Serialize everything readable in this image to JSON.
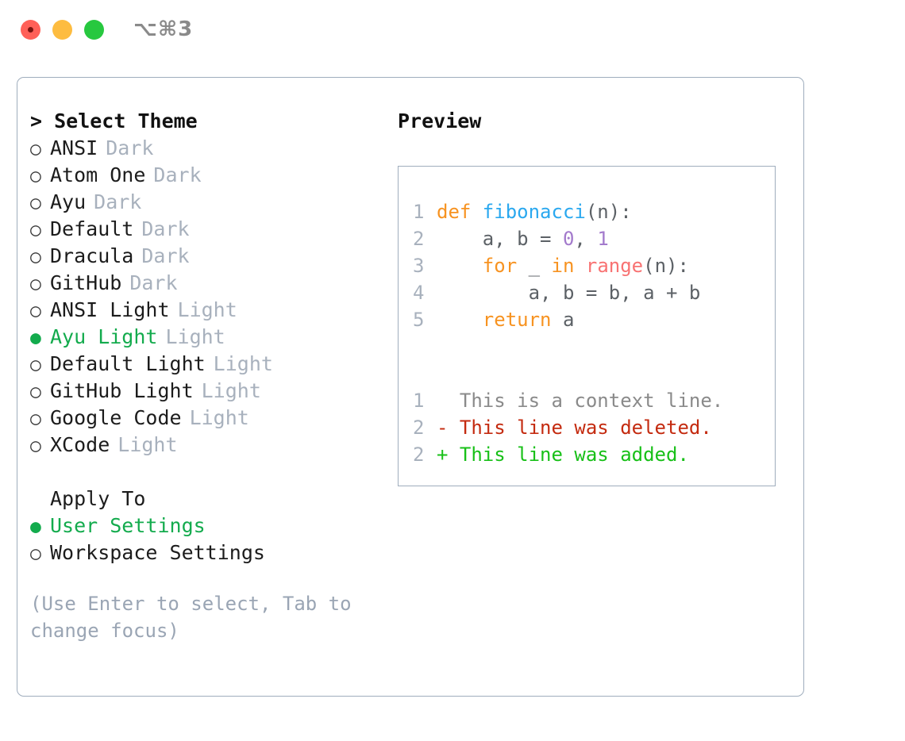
{
  "window": {
    "shortcut": "⌥⌘3",
    "traffic_lights": [
      "close-button",
      "minimize-button",
      "maximize-button"
    ],
    "colors": {
      "close": "#ff6058",
      "minimize": "#fdbc40",
      "maximize": "#27c83f",
      "accent_green": "#13ab4d",
      "panel_border": "#9fadbd",
      "muted_text": "#a8b1bd"
    }
  },
  "theme_selector": {
    "heading": "> Select Theme",
    "bullet_off": "○",
    "bullet_on": "●",
    "options": [
      {
        "name": "ANSI",
        "tag": "Dark",
        "selected": false
      },
      {
        "name": "Atom One",
        "tag": "Dark",
        "selected": false
      },
      {
        "name": "Ayu",
        "tag": "Dark",
        "selected": false
      },
      {
        "name": "Default",
        "tag": "Dark",
        "selected": false
      },
      {
        "name": "Dracula",
        "tag": "Dark",
        "selected": false
      },
      {
        "name": "GitHub",
        "tag": "Dark",
        "selected": false
      },
      {
        "name": "ANSI Light",
        "tag": "Light",
        "selected": false
      },
      {
        "name": "Ayu Light",
        "tag": "Light",
        "selected": true
      },
      {
        "name": "Default Light",
        "tag": "Light",
        "selected": false
      },
      {
        "name": "GitHub Light",
        "tag": "Light",
        "selected": false
      },
      {
        "name": "Google Code",
        "tag": "Light",
        "selected": false
      },
      {
        "name": "XCode",
        "tag": "Light",
        "selected": false
      }
    ]
  },
  "apply_to": {
    "heading": "Apply To",
    "options": [
      {
        "name": "User Settings",
        "selected": true
      },
      {
        "name": "Workspace Settings",
        "selected": false
      }
    ]
  },
  "hint": "(Use Enter to select, Tab to change focus)",
  "preview": {
    "title": "Preview",
    "code_lines": [
      {
        "num": "1",
        "tokens": [
          {
            "t": "def ",
            "c": "t-kw"
          },
          {
            "t": "fibonacci",
            "c": "t-fn"
          },
          {
            "t": "(n):",
            "c": "t-pl"
          }
        ]
      },
      {
        "num": "2",
        "tokens": [
          {
            "t": "    a, b = ",
            "c": "t-pl"
          },
          {
            "t": "0",
            "c": "t-num"
          },
          {
            "t": ", ",
            "c": "t-pl"
          },
          {
            "t": "1",
            "c": "t-num"
          }
        ]
      },
      {
        "num": "3",
        "tokens": [
          {
            "t": "    ",
            "c": "t-pl"
          },
          {
            "t": "for",
            "c": "t-kw"
          },
          {
            "t": " _ ",
            "c": "t-pl"
          },
          {
            "t": "in",
            "c": "t-kw"
          },
          {
            "t": " ",
            "c": "t-pl"
          },
          {
            "t": "range",
            "c": "t-bi"
          },
          {
            "t": "(n):",
            "c": "t-pl"
          }
        ]
      },
      {
        "num": "4",
        "tokens": [
          {
            "t": "        a, b = b, a + b",
            "c": "t-pl"
          }
        ]
      },
      {
        "num": "5",
        "tokens": [
          {
            "t": "    ",
            "c": "t-pl"
          },
          {
            "t": "return",
            "c": "t-kw"
          },
          {
            "t": " a",
            "c": "t-pl"
          }
        ]
      }
    ],
    "diff_lines": [
      {
        "num": "1",
        "marker": "  ",
        "text": "This is a context line.",
        "c": "d-ctx"
      },
      {
        "num": "2",
        "marker": "- ",
        "text": "This line was deleted.",
        "c": "d-del"
      },
      {
        "num": "2",
        "marker": "+ ",
        "text": "This line was added.",
        "c": "d-add"
      }
    ]
  }
}
